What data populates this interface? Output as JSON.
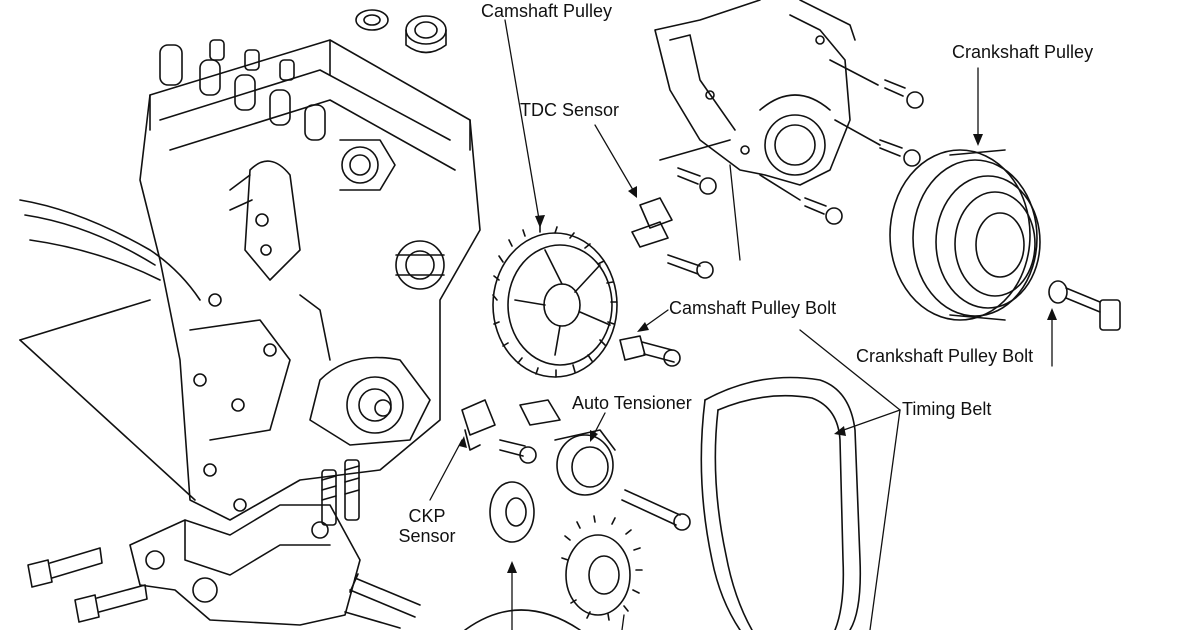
{
  "labels": {
    "camshaft_pulley": "Camshaft Pulley",
    "tdc_sensor": "TDC Sensor",
    "crankshaft_pulley": "Crankshaft Pulley",
    "camshaft_pulley_bolt": "Camshaft Pulley Bolt",
    "crankshaft_pulley_bolt": "Crankshaft Pulley Bolt",
    "auto_tensioner": "Auto Tensioner",
    "timing_belt": "Timing Belt",
    "ckp_sensor_line1": "CKP",
    "ckp_sensor_line2": "Sensor"
  },
  "colors": {
    "ink": "#111111",
    "paper": "#ffffff"
  }
}
